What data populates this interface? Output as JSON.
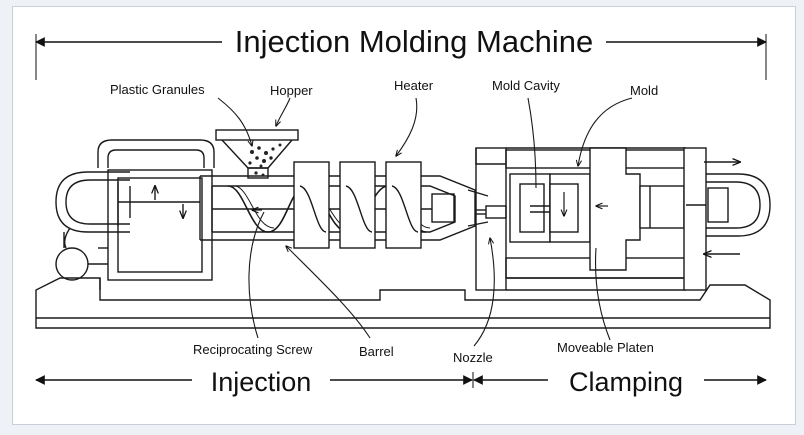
{
  "title": "Injection Molding Machine",
  "sections": {
    "injection": "Injection",
    "clamping": "Clamping"
  },
  "labels": {
    "plastic_granules": "Plastic Granules",
    "hopper": "Hopper",
    "heater": "Heater",
    "mold_cavity": "Mold Cavity",
    "mold": "Mold",
    "reciprocating_screw": "Reciprocating Screw",
    "barrel": "Barrel",
    "nozzle": "Nozzle",
    "moveable_platen": "Moveable Platen"
  },
  "colors": {
    "line": "#1a1a1a",
    "background": "#ffffff",
    "page": "#eef1f6"
  }
}
